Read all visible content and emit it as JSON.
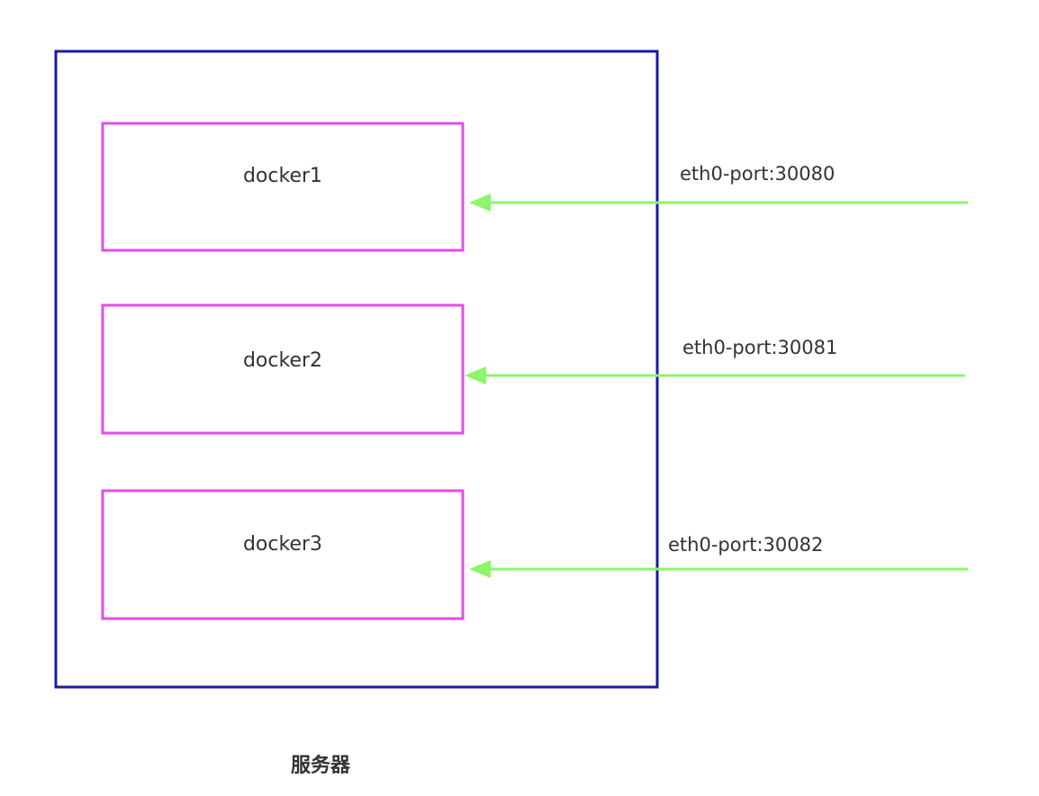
{
  "server": {
    "label": "服务器"
  },
  "containers": [
    {
      "label": "docker1"
    },
    {
      "label": "docker2"
    },
    {
      "label": "docker3"
    }
  ],
  "ports": [
    {
      "label": "eth0-port:30080"
    },
    {
      "label": "eth0-port:30081"
    },
    {
      "label": "eth0-port:30082"
    }
  ],
  "colors": {
    "server_border": "#1a1aa6",
    "container_border": "#e44ce8",
    "arrow": "#8cf56a",
    "text": "#333333"
  }
}
